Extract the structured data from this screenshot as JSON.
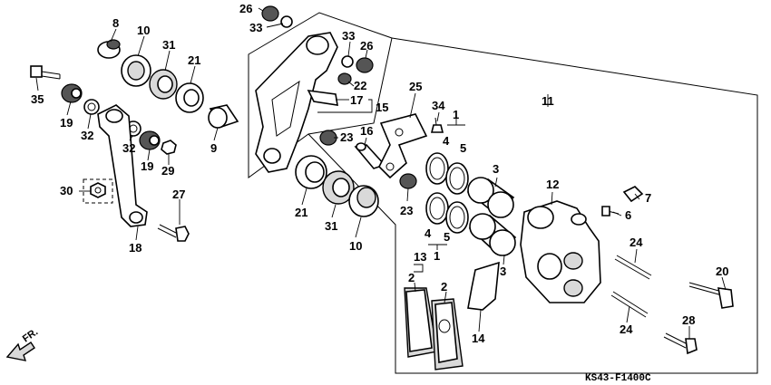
{
  "diagram": {
    "code": "KS43-F1400C",
    "direction_label": "FR.",
    "callouts": [
      {
        "id": "c26a",
        "label": "26"
      },
      {
        "id": "c33a",
        "label": "33"
      },
      {
        "id": "c8",
        "label": "8"
      },
      {
        "id": "c10a",
        "label": "10"
      },
      {
        "id": "c31a",
        "label": "31"
      },
      {
        "id": "c21a",
        "label": "21"
      },
      {
        "id": "c35",
        "label": "35"
      },
      {
        "id": "c19a",
        "label": "19"
      },
      {
        "id": "c32a",
        "label": "32"
      },
      {
        "id": "c32b",
        "label": "32"
      },
      {
        "id": "c19b",
        "label": "19"
      },
      {
        "id": "c29",
        "label": "29"
      },
      {
        "id": "c9",
        "label": "9"
      },
      {
        "id": "c30",
        "label": "30"
      },
      {
        "id": "c27",
        "label": "27"
      },
      {
        "id": "c18",
        "label": "18"
      },
      {
        "id": "c33b",
        "label": "33"
      },
      {
        "id": "c26b",
        "label": "26"
      },
      {
        "id": "c22",
        "label": "22"
      },
      {
        "id": "c17",
        "label": "17"
      },
      {
        "id": "c15",
        "label": "15"
      },
      {
        "id": "c25",
        "label": "25"
      },
      {
        "id": "c34",
        "label": "34"
      },
      {
        "id": "c11",
        "label": "11"
      },
      {
        "id": "c1a",
        "label": "1"
      },
      {
        "id": "c4a",
        "label": "4"
      },
      {
        "id": "c5a",
        "label": "5"
      },
      {
        "id": "c16",
        "label": "16"
      },
      {
        "id": "c23a",
        "label": "23"
      },
      {
        "id": "c23b",
        "label": "23"
      },
      {
        "id": "c21b",
        "label": "21"
      },
      {
        "id": "c31b",
        "label": "31"
      },
      {
        "id": "c10b",
        "label": "10"
      },
      {
        "id": "c3a",
        "label": "3"
      },
      {
        "id": "c3b",
        "label": "3"
      },
      {
        "id": "c4b",
        "label": "4"
      },
      {
        "id": "c5b",
        "label": "5"
      },
      {
        "id": "c1b",
        "label": "1"
      },
      {
        "id": "c12",
        "label": "12"
      },
      {
        "id": "c7",
        "label": "7"
      },
      {
        "id": "c6",
        "label": "6"
      },
      {
        "id": "c24a",
        "label": "24"
      },
      {
        "id": "c24b",
        "label": "24"
      },
      {
        "id": "c20",
        "label": "20"
      },
      {
        "id": "c13",
        "label": "13"
      },
      {
        "id": "c2a",
        "label": "2"
      },
      {
        "id": "c2b",
        "label": "2"
      },
      {
        "id": "c14",
        "label": "14"
      },
      {
        "id": "c28",
        "label": "28"
      }
    ]
  }
}
